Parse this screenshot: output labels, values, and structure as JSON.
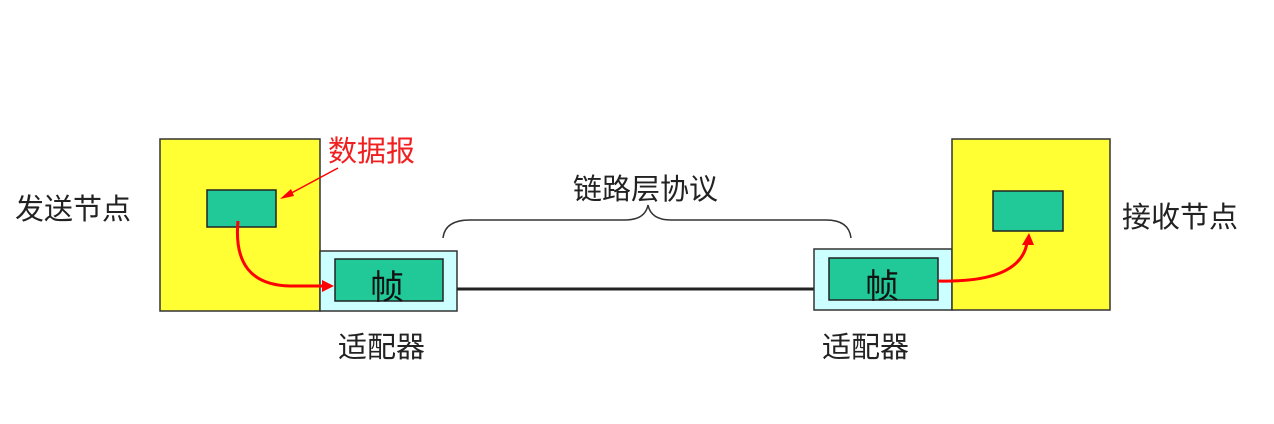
{
  "sender_label": "发送节点",
  "receiver_label": "接收节点",
  "datagram_label": "数据报",
  "protocol_label": "链路层协议",
  "frame_label_left": "帧",
  "frame_label_right": "帧",
  "adapter_label_left": "适配器",
  "adapter_label_right": "适配器",
  "colors": {
    "node": "#ffff33",
    "packet": "#20c997",
    "adapter": "#ccffff",
    "arrow": "#ff0000"
  }
}
